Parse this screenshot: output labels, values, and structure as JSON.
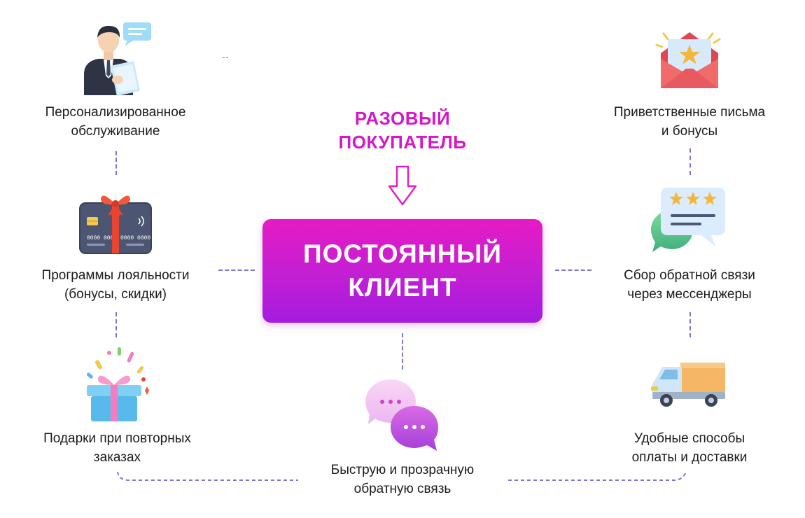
{
  "source_label": {
    "line1": "РАЗОВЫЙ",
    "line2": "ПОКУПАТЕЛЬ"
  },
  "central": {
    "line1": "ПОСТОЯННЫЙ",
    "line2": "КЛИЕНТ"
  },
  "colors": {
    "accent": "#d418c8",
    "gradient_start": "#e61bc4",
    "gradient_end": "#a51be0",
    "connector": "#7b77c9"
  },
  "items": [
    {
      "icon": "manager-icon",
      "line1": "Персонализированное",
      "line2": "обслуживание"
    },
    {
      "icon": "loyalty-card-icon",
      "line1": "Программы лояльности",
      "line2": "(бонусы, скидки)"
    },
    {
      "icon": "gift-box-icon",
      "line1": "Подарки при повторных",
      "line2": "заказах"
    },
    {
      "icon": "chat-bubbles-icon",
      "line1": "Быструю и прозрачную",
      "line2": "обратную связь"
    },
    {
      "icon": "envelope-star-icon",
      "line1": "Приветственные письма",
      "line2": "и бонусы"
    },
    {
      "icon": "rating-chat-icon",
      "line1": "Сбор обратной связи",
      "line2": "через мессенджеры"
    },
    {
      "icon": "delivery-truck-icon",
      "line1": "Удобные способы",
      "line2": "оплаты и доставки"
    }
  ]
}
